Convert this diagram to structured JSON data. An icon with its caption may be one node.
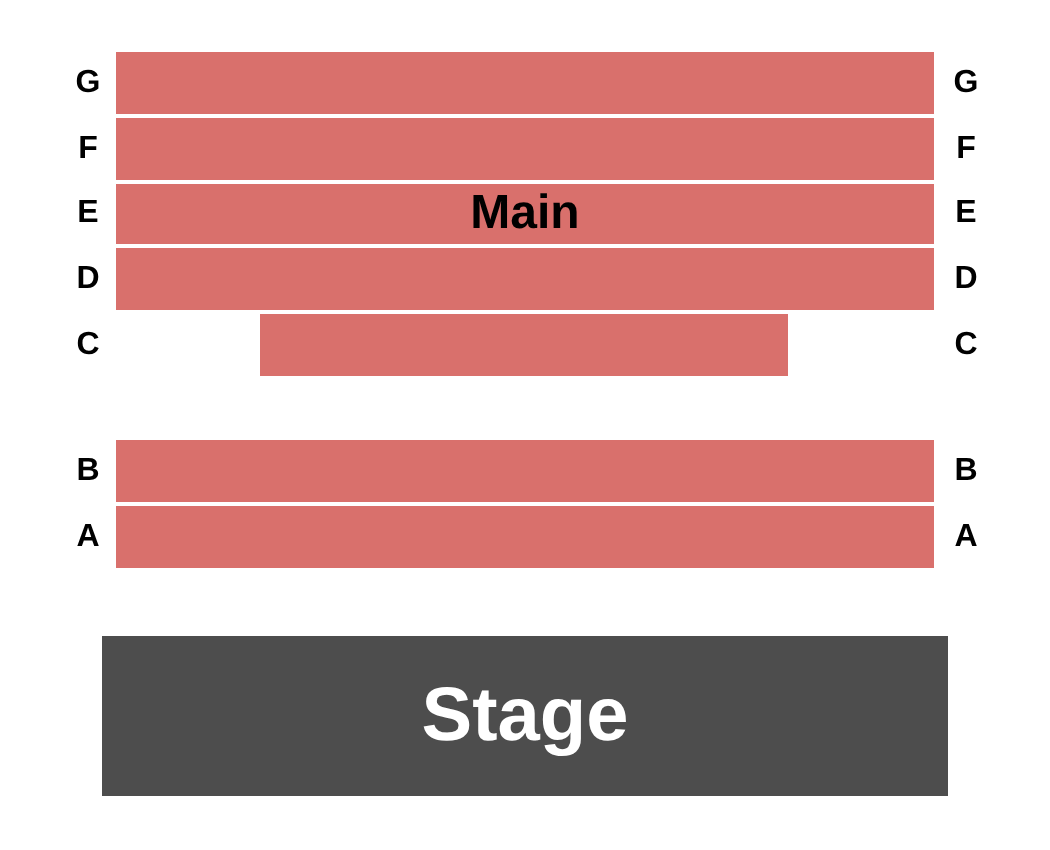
{
  "diagram": {
    "nodes": [
      {
        "text": [],
        "shape": "bar"
      },
      {
        "text": [],
        "shape": "bar"
      },
      {
        "text": [
          "Main"
        ]
      },
      {
        "text": [],
        "shape": "bar"
      },
      {
        "text": [],
        "shape": "bar"
      },
      {
        "text": [],
        "shape": "bar"
      },
      {
        "text": [],
        "shape": "bar"
      },
      {
        "text": [
          "Stage"
        ]
      }
    ],
    "edges": [],
    "labels": [
      "G",
      "G",
      "F",
      "F",
      "E",
      "E",
      "D",
      "D",
      "C",
      "C",
      "B",
      "B",
      "A",
      "A"
    ]
  }
}
